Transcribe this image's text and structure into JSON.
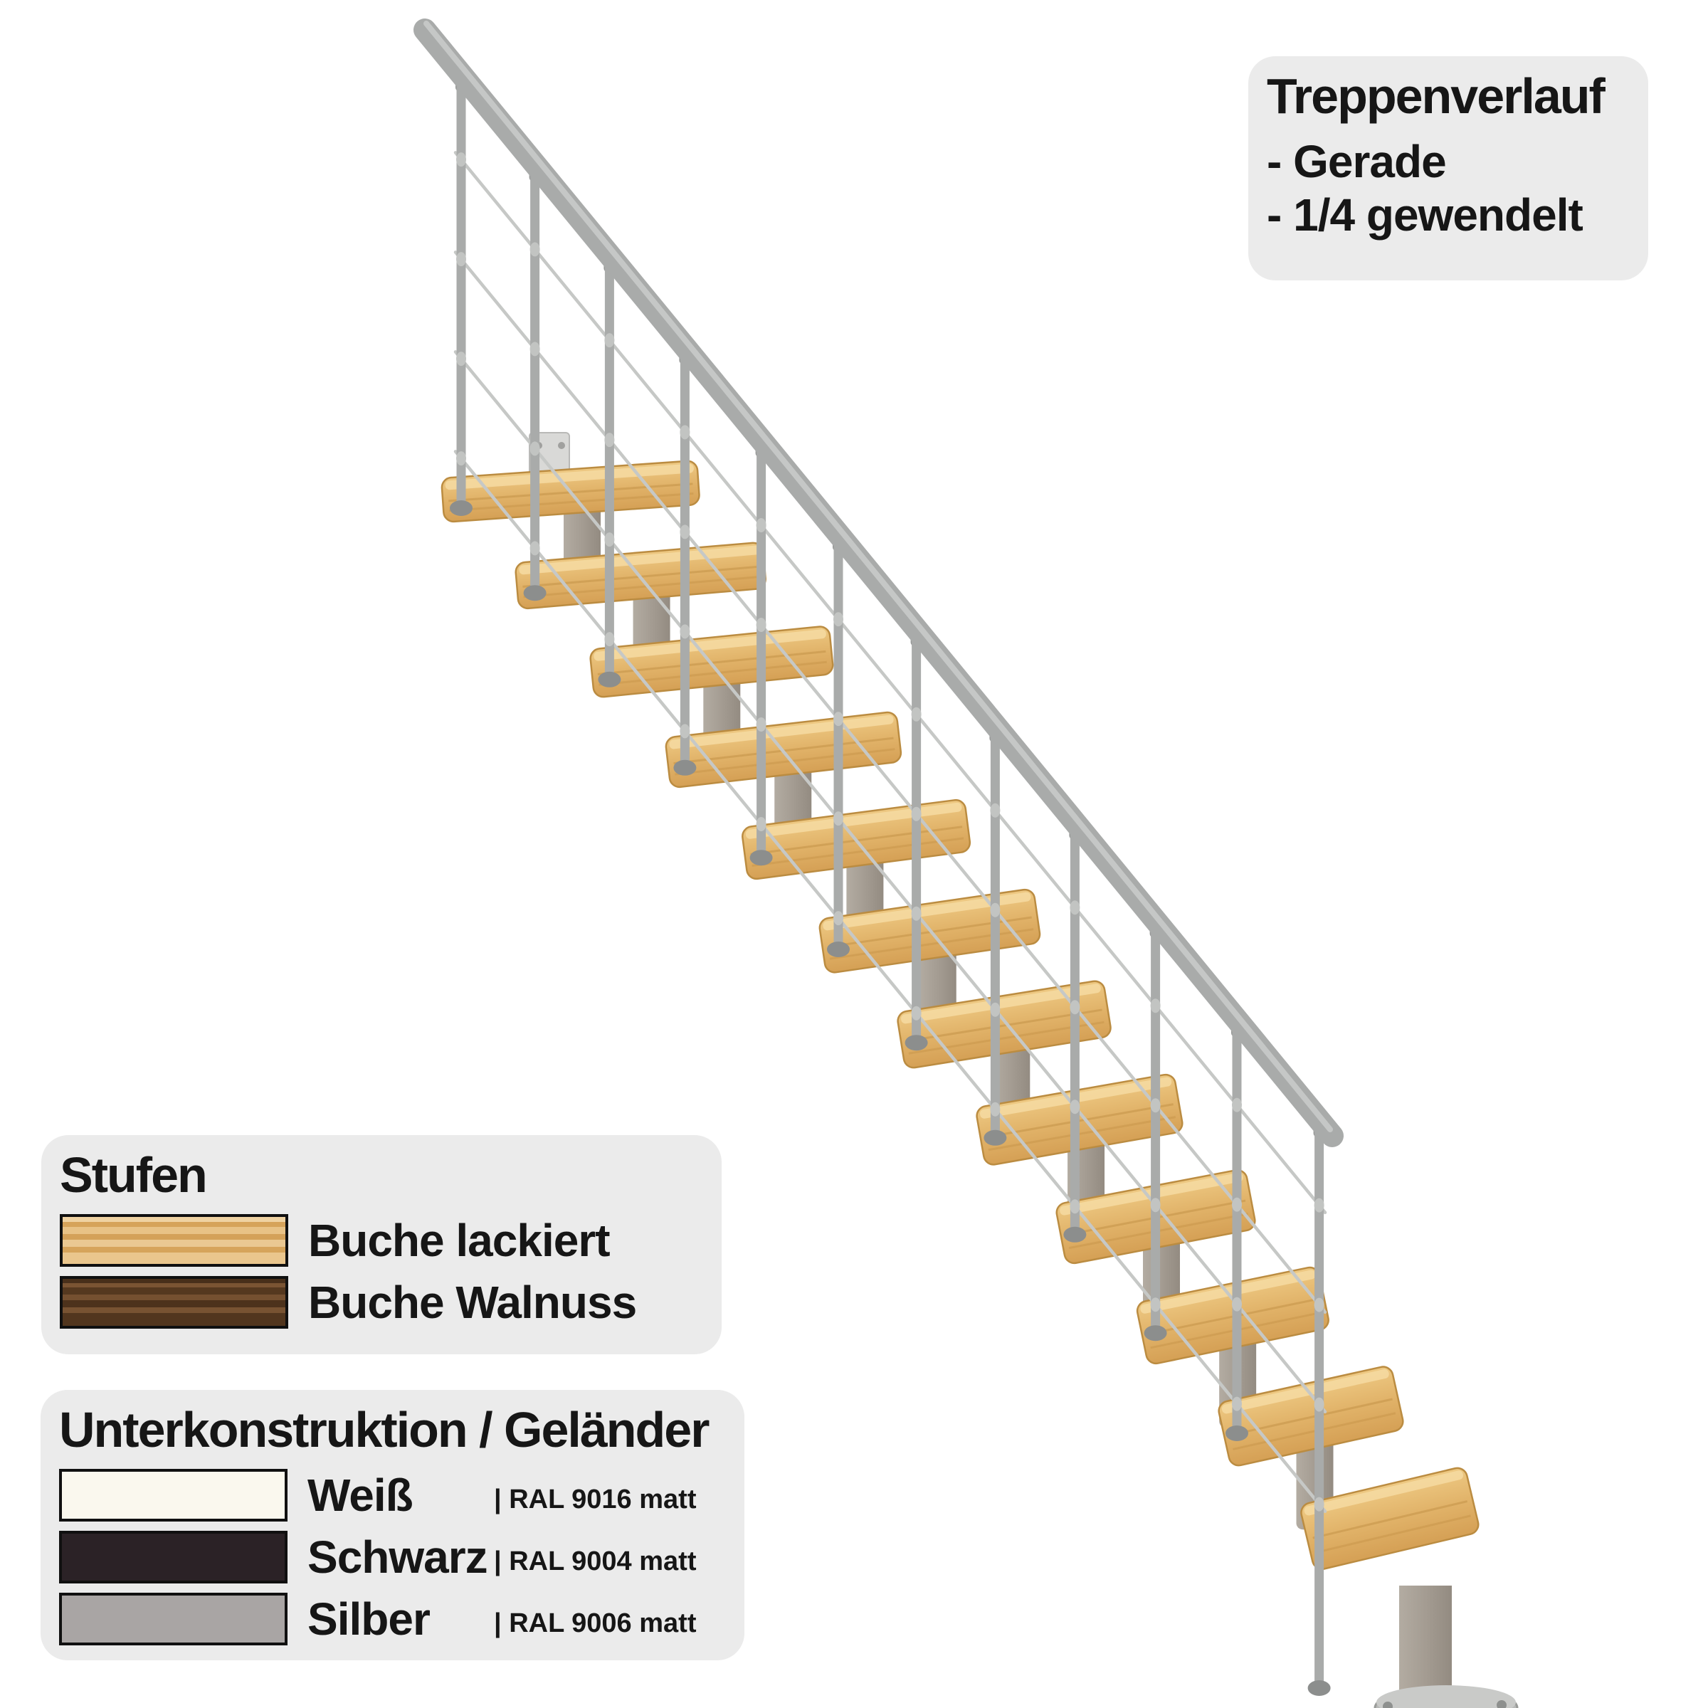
{
  "page": {
    "background": "#ffffff"
  },
  "course_box": {
    "title": "Treppenverlauf",
    "items": [
      "- Gerade",
      "- 1/4 gewendelt"
    ]
  },
  "steps_box": {
    "title": "Stufen",
    "options": [
      {
        "label": "Buche lackiert",
        "color": "#dcab62"
      },
      {
        "label": "Buche Walnuss",
        "color": "#6b4a2d"
      }
    ]
  },
  "frame_box": {
    "title": "Unterkonstruktion / Geländer",
    "options": [
      {
        "label": "Weiß",
        "ral": "| RAL 9016 matt",
        "color": "#faf8ee"
      },
      {
        "label": "Schwarz",
        "ral": "| RAL 9004 matt",
        "color": "#2b2226"
      },
      {
        "label": "Silber",
        "ral": "| RAL 9006 matt",
        "color": "#a9a5a4"
      }
    ]
  },
  "staircase": {
    "tread_count": 12,
    "baluster_count": 12,
    "cable_count": 4,
    "colors": {
      "metal": "#a9abaa",
      "metal_highlight": "#c9cbca",
      "cable": "#c6c8c6",
      "column_light": "#b3aca2",
      "column_dark": "#938b81",
      "wood_light": "#eec983",
      "wood_dark": "#d5a055",
      "tread_edge": "#bb8c41",
      "fitting": "#8c8e8d"
    }
  }
}
